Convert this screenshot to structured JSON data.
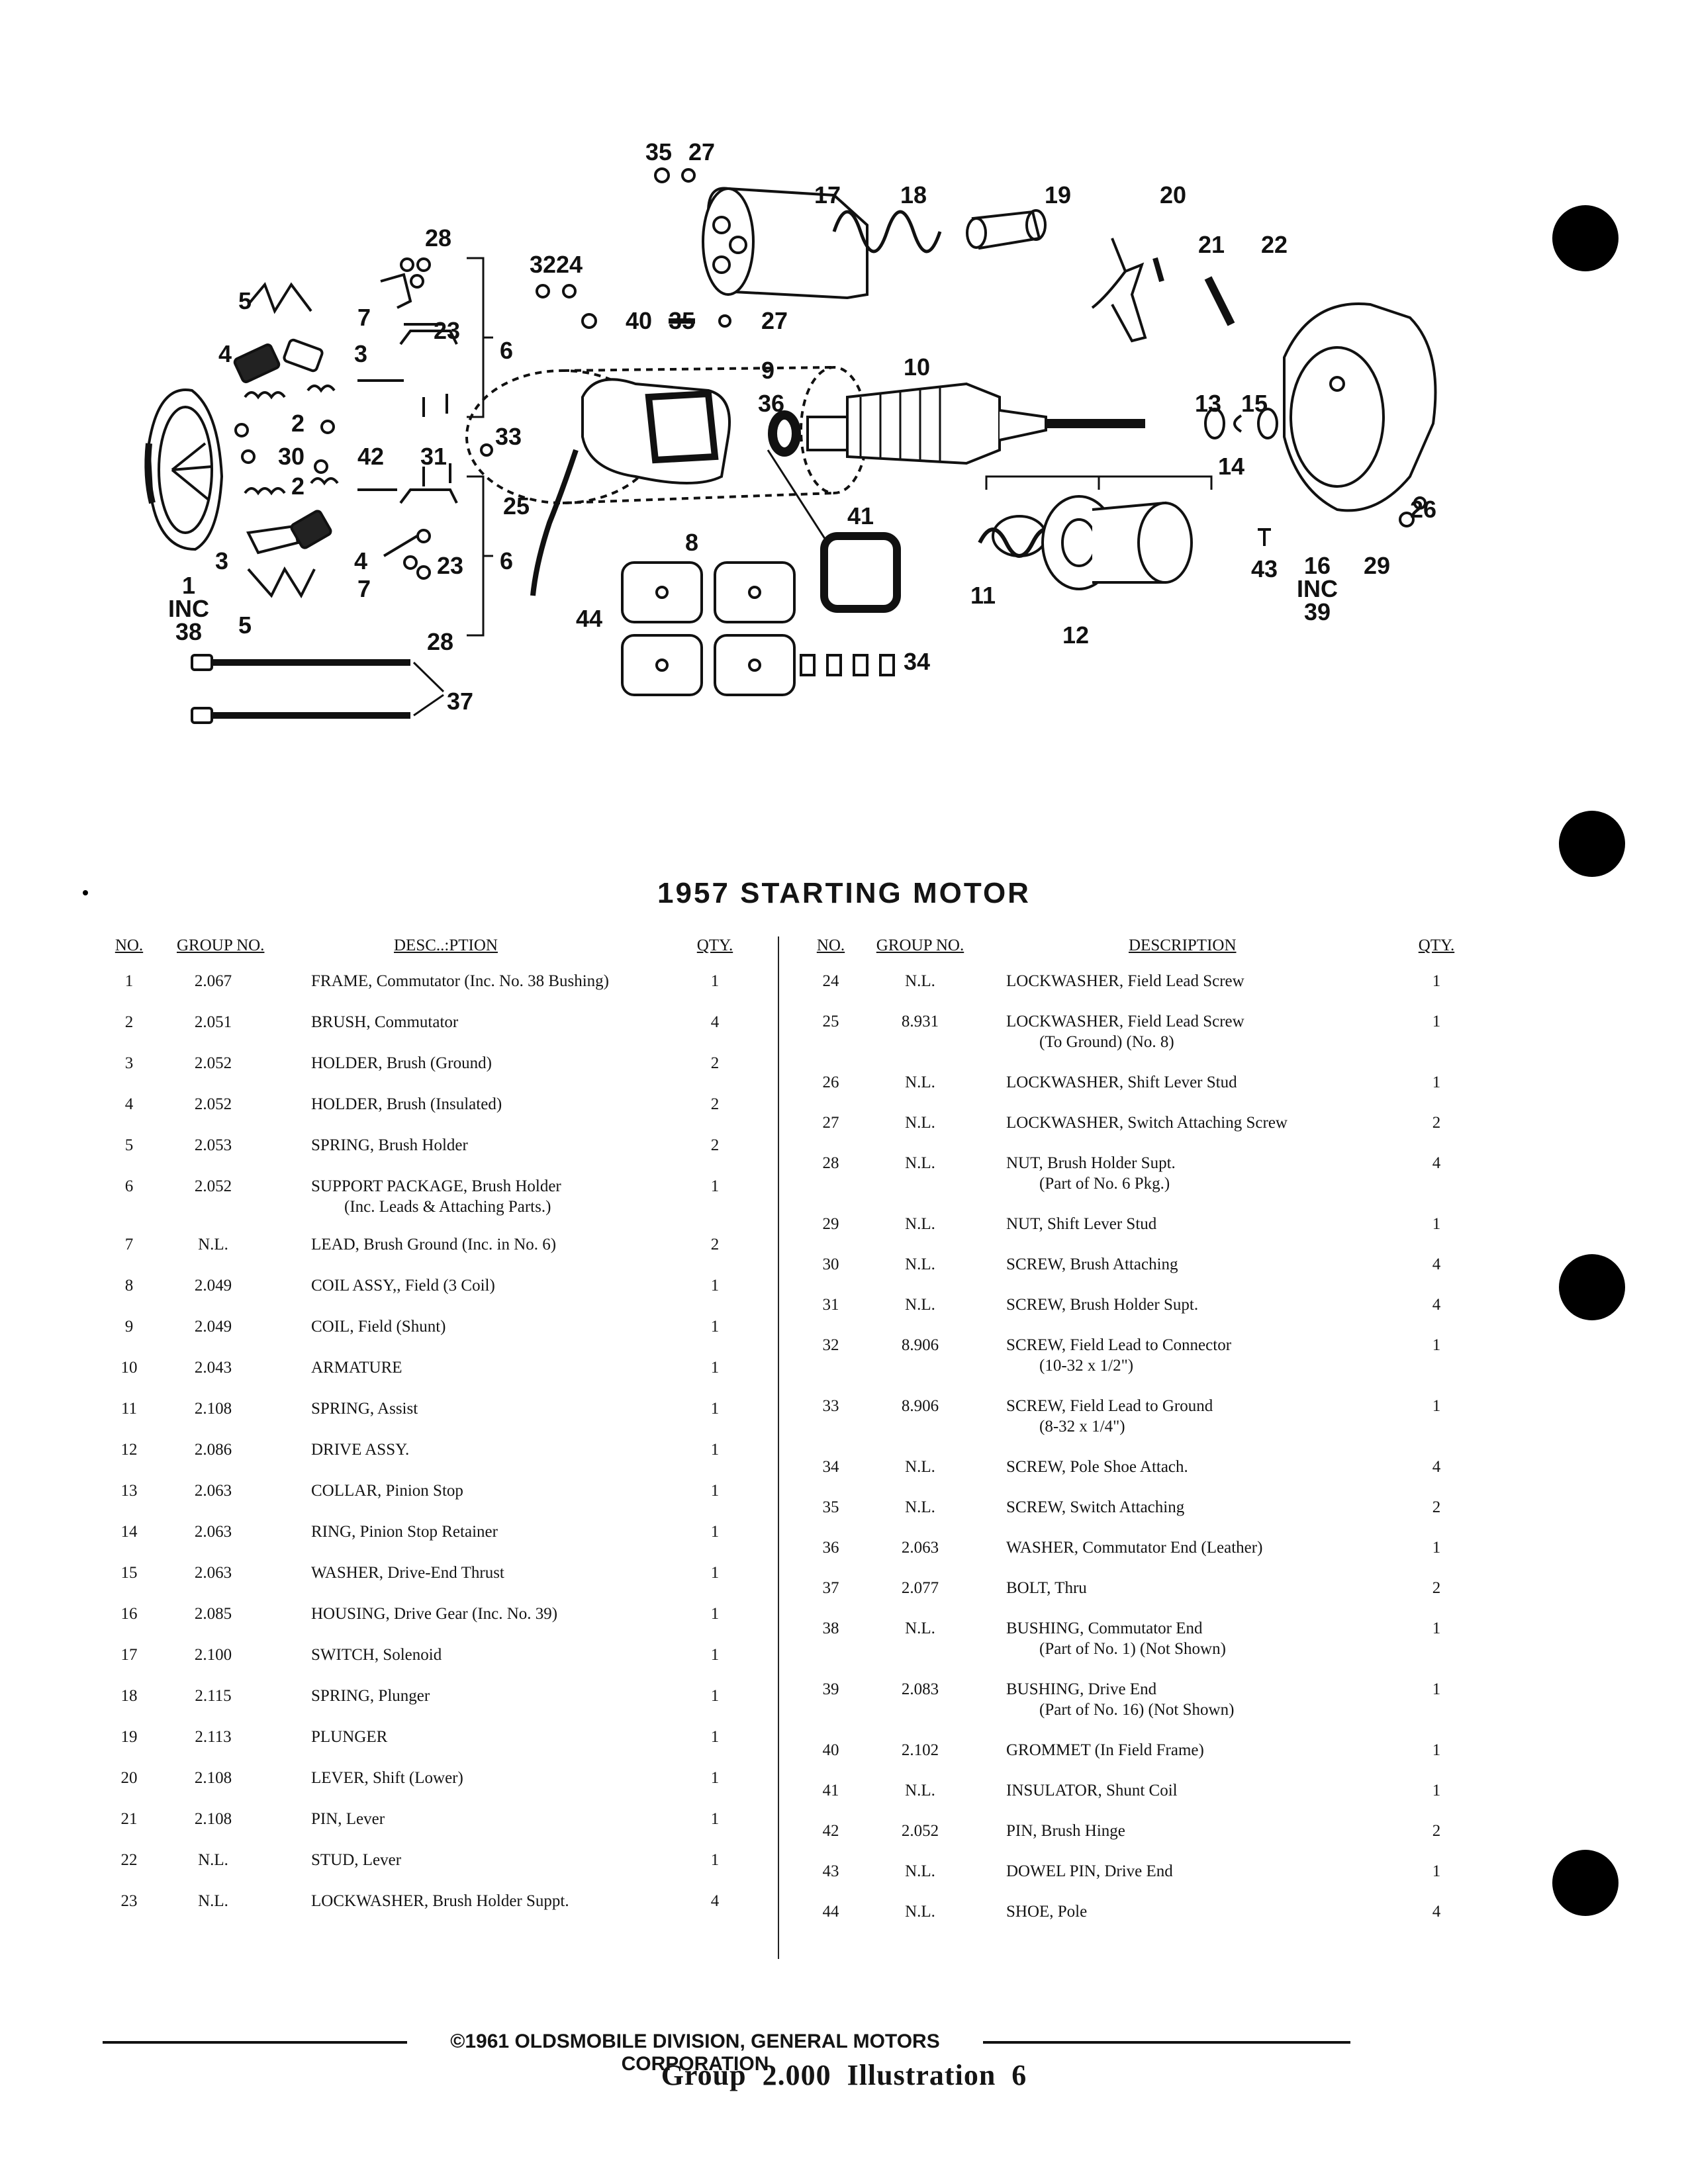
{
  "title": "1957 STARTING MOTOR",
  "headers": {
    "left": {
      "no": "NO.",
      "group": "GROUP NO.",
      "description": "DESC..:PTION",
      "qty": "QTY."
    },
    "right": {
      "no": "NO.",
      "group": "GROUP NO.",
      "description": "DESCRIPTION",
      "qty": "QTY."
    }
  },
  "left_rows": [
    {
      "no": "1",
      "group": "2.067",
      "desc1": "FRAME, Commutator (Inc. No. 38 Bushing)",
      "qty": "1"
    },
    {
      "no": "2",
      "group": "2.051",
      "desc1": "BRUSH, Commutator",
      "qty": "4"
    },
    {
      "no": "3",
      "group": "2.052",
      "desc1": "HOLDER, Brush (Ground)",
      "qty": "2"
    },
    {
      "no": "4",
      "group": "2.052",
      "desc1": "HOLDER, Brush (Insulated)",
      "qty": "2"
    },
    {
      "no": "5",
      "group": "2.053",
      "desc1": "SPRING, Brush Holder",
      "qty": "2"
    },
    {
      "no": "6",
      "group": "2.052",
      "desc1": "SUPPORT PACKAGE, Brush Holder",
      "desc2": "(Inc. Leads & Attaching Parts.)",
      "qty": "1"
    },
    {
      "no": "7",
      "group": "N.L.",
      "desc1": "LEAD, Brush Ground (Inc. in No. 6)",
      "qty": "2"
    },
    {
      "no": "8",
      "group": "2.049",
      "desc1": "COIL ASSY,, Field (3 Coil)",
      "qty": "1"
    },
    {
      "no": "9",
      "group": "2.049",
      "desc1": "COIL, Field (Shunt)",
      "qty": "1"
    },
    {
      "no": "10",
      "group": "2.043",
      "desc1": "ARMATURE",
      "qty": "1"
    },
    {
      "no": "11",
      "group": "2.108",
      "desc1": "SPRING, Assist",
      "qty": "1"
    },
    {
      "no": "12",
      "group": "2.086",
      "desc1": "DRIVE ASSY.",
      "qty": "1"
    },
    {
      "no": "13",
      "group": "2.063",
      "desc1": "COLLAR, Pinion Stop",
      "qty": "1"
    },
    {
      "no": "14",
      "group": "2.063",
      "desc1": "RING, Pinion Stop Retainer",
      "qty": "1"
    },
    {
      "no": "15",
      "group": "2.063",
      "desc1": "WASHER, Drive-End Thrust",
      "qty": "1"
    },
    {
      "no": "16",
      "group": "2.085",
      "desc1": "HOUSING, Drive Gear (Inc. No. 39)",
      "qty": "1"
    },
    {
      "no": "17",
      "group": "2.100",
      "desc1": "SWITCH, Solenoid",
      "qty": "1"
    },
    {
      "no": "18",
      "group": "2.115",
      "desc1": "SPRING, Plunger",
      "qty": "1"
    },
    {
      "no": "19",
      "group": "2.113",
      "desc1": "PLUNGER",
      "qty": "1"
    },
    {
      "no": "20",
      "group": "2.108",
      "desc1": "LEVER, Shift (Lower)",
      "qty": "1"
    },
    {
      "no": "21",
      "group": "2.108",
      "desc1": "PIN, Lever",
      "qty": "1"
    },
    {
      "no": "22",
      "group": "N.L.",
      "desc1": "STUD, Lever",
      "qty": "1"
    },
    {
      "no": "23",
      "group": "N.L.",
      "desc1": "LOCKWASHER, Brush Holder Suppt.",
      "qty": "4"
    }
  ],
  "right_rows": [
    {
      "no": "24",
      "group": "N.L.",
      "desc1": "LOCKWASHER, Field Lead Screw",
      "qty": "1"
    },
    {
      "no": "25",
      "group": "8.931",
      "desc1": "LOCKWASHER, Field Lead Screw",
      "desc2": "(To Ground) (No. 8)",
      "qty": "1"
    },
    {
      "no": "26",
      "group": "N.L.",
      "desc1": "LOCKWASHER, Shift Lever Stud",
      "qty": "1"
    },
    {
      "no": "27",
      "group": "N.L.",
      "desc1": "LOCKWASHER, Switch Attaching Screw",
      "qty": "2"
    },
    {
      "no": "28",
      "group": "N.L.",
      "desc1": "NUT, Brush Holder Supt.",
      "desc2": "(Part of No. 6 Pkg.)",
      "qty": "4"
    },
    {
      "no": "29",
      "group": "N.L.",
      "desc1": "NUT, Shift Lever Stud",
      "qty": "1"
    },
    {
      "no": "30",
      "group": "N.L.",
      "desc1": "SCREW, Brush Attaching",
      "qty": "4"
    },
    {
      "no": "31",
      "group": "N.L.",
      "desc1": "SCREW, Brush Holder Supt.",
      "qty": "4"
    },
    {
      "no": "32",
      "group": "8.906",
      "desc1": "SCREW, Field Lead to Connector",
      "desc2": "(10-32 x 1/2\")",
      "qty": "1"
    },
    {
      "no": "33",
      "group": "8.906",
      "desc1": "SCREW, Field Lead to Ground",
      "desc2": "(8-32 x 1/4\")",
      "qty": "1"
    },
    {
      "no": "34",
      "group": "N.L.",
      "desc1": "SCREW, Pole Shoe Attach.",
      "qty": "4"
    },
    {
      "no": "35",
      "group": "N.L.",
      "desc1": "SCREW, Switch Attaching",
      "qty": "2"
    },
    {
      "no": "36",
      "group": "2.063",
      "desc1": "WASHER, Commutator End (Leather)",
      "qty": "1"
    },
    {
      "no": "37",
      "group": "2.077",
      "desc1": "BOLT, Thru",
      "qty": "2"
    },
    {
      "no": "38",
      "group": "N.L.",
      "desc1": "BUSHING, Commutator End",
      "desc2": "(Part of No. 1) (Not Shown)",
      "qty": "1"
    },
    {
      "no": "39",
      "group": "2.083",
      "desc1": "BUSHING, Drive End",
      "desc2": "(Part of No. 16) (Not Shown)",
      "qty": "1"
    },
    {
      "no": "40",
      "group": "2.102",
      "desc1": "GROMMET (In Field Frame)",
      "qty": "1"
    },
    {
      "no": "41",
      "group": "N.L.",
      "desc1": "INSULATOR, Shunt Coil",
      "qty": "1"
    },
    {
      "no": "42",
      "group": "2.052",
      "desc1": "PIN, Brush Hinge",
      "qty": "2"
    },
    {
      "no": "43",
      "group": "N.L.",
      "desc1": "DOWEL PIN, Drive End",
      "qty": "1"
    },
    {
      "no": "44",
      "group": "N.L.",
      "desc1": "SHOE, Pole",
      "qty": "4"
    }
  ],
  "diagram_callouts": {
    "c1": "1",
    "inc1": "INC",
    "c38": "38",
    "c2a": "2",
    "c2b": "2",
    "c3a": "3",
    "c3b": "3",
    "c4a": "4",
    "c4b": "4",
    "c5a": "5",
    "c5b": "5",
    "c6a": "6",
    "c6b": "6",
    "c7a": "7",
    "c7b": "7",
    "c8": "8",
    "c9": "9",
    "c10": "10",
    "c11": "11",
    "c12": "12",
    "c13": "13",
    "c14": "14",
    "c15": "15",
    "c16": "16",
    "inc16": "INC",
    "c39": "39",
    "c17": "17",
    "c18": "18",
    "c19": "19",
    "c20": "20",
    "c21": "21",
    "c22": "22",
    "c23a": "23",
    "c23b": "23",
    "c24": "24",
    "c25": "25",
    "c26": "26",
    "c27a": "27",
    "c27b": "27",
    "c28a": "28",
    "c28b": "28",
    "c29": "29",
    "c30": "30",
    "c31": "31",
    "c32": "32",
    "c33": "33",
    "c34": "34",
    "c35a": "35",
    "c35b": "35",
    "c36": "36",
    "c37": "37",
    "c40": "40",
    "c41": "41",
    "c42": "42",
    "c43": "43",
    "c44": "44"
  },
  "footer": {
    "copyright": "©1961 OLDSMOBILE DIVISION, GENERAL MOTORS CORPORATION",
    "group_line": "Group  2.000  Illustration  6"
  }
}
